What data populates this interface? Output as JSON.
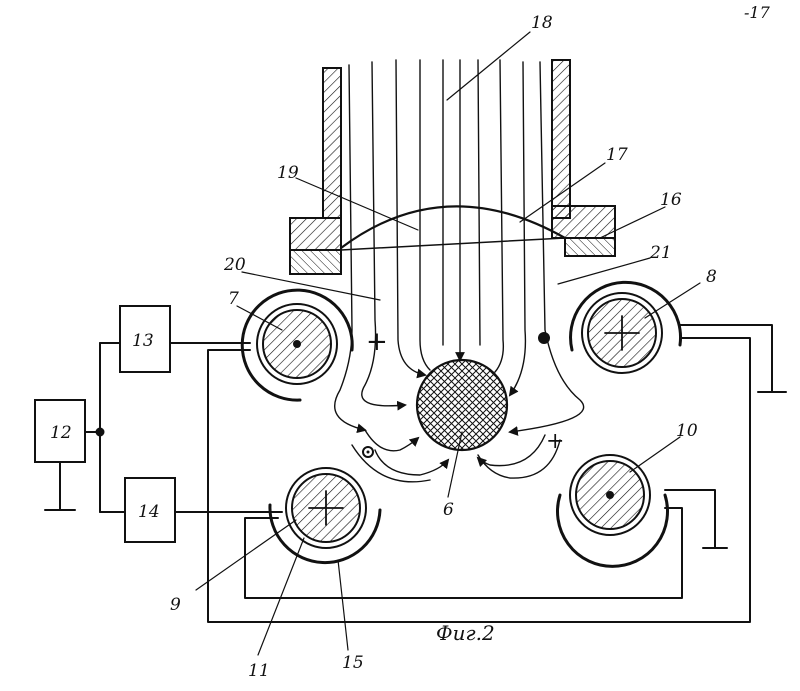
{
  "figure": {
    "caption": "Фиг.2",
    "sheet_mark": "-17"
  },
  "labels": {
    "l6": "6",
    "l7": "7",
    "l8": "8",
    "l9": "9",
    "l10": "10",
    "l11": "11",
    "l12": "12",
    "l13": "13",
    "l14": "14",
    "l15": "15",
    "l16": "16",
    "l17": "17",
    "l18": "18",
    "l19": "19",
    "l20": "20",
    "l21": "21"
  },
  "symbols": {
    "plus": "+",
    "minus": "−"
  },
  "colors": {
    "ink": "#111111",
    "paper": "#ffffff"
  }
}
